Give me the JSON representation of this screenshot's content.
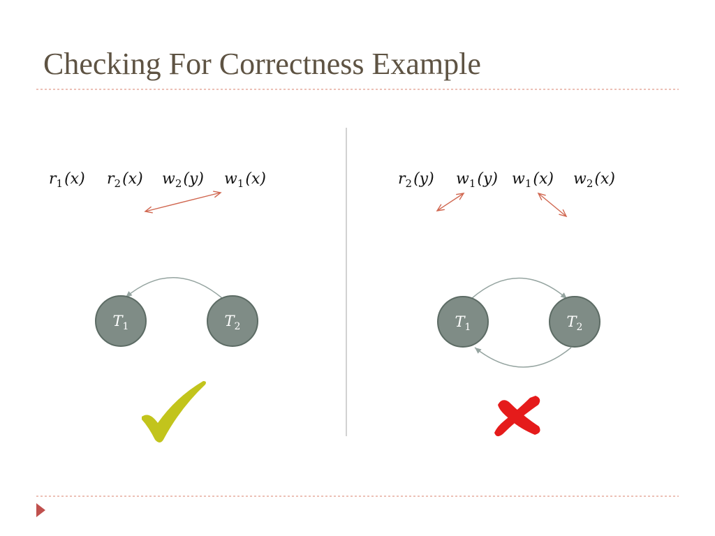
{
  "title": "Checking For Correctness Example",
  "left_panel": {
    "schedule": [
      {
        "op": "r",
        "sub": "1",
        "arg": "(x)"
      },
      {
        "op": "r",
        "sub": "2",
        "arg": "(x)"
      },
      {
        "op": "w",
        "sub": "2",
        "arg": "(y)"
      },
      {
        "op": "w",
        "sub": "1",
        "arg": "(x)"
      }
    ],
    "conflicts": [
      [
        1,
        3
      ]
    ],
    "nodes": [
      {
        "name": "T",
        "sub": "1"
      },
      {
        "name": "T",
        "sub": "2"
      }
    ],
    "edges": [
      {
        "from": 1,
        "to": 0
      }
    ],
    "result_icon": "check-mark-icon"
  },
  "right_panel": {
    "schedule": [
      {
        "op": "r",
        "sub": "2",
        "arg": "(y)"
      },
      {
        "op": "w",
        "sub": "1",
        "arg": "(y)"
      },
      {
        "op": "w",
        "sub": "1",
        "arg": "(x)"
      },
      {
        "op": "w",
        "sub": "2",
        "arg": "(x)"
      }
    ],
    "conflicts": [
      [
        0,
        1
      ],
      [
        2,
        3
      ]
    ],
    "nodes": [
      {
        "name": "T",
        "sub": "1"
      },
      {
        "name": "T",
        "sub": "2"
      }
    ],
    "edges": [
      {
        "from": 0,
        "to": 1
      },
      {
        "from": 1,
        "to": 0
      }
    ],
    "result_icon": "cross-mark-icon"
  },
  "colors": {
    "title": "#5e5343",
    "accent": "#c0504d",
    "conflict_arrow": "#d0664f",
    "node_fill": "#7f8c86",
    "edge": "#95a4a0",
    "check": "#c2c41c",
    "cross": "#e51b1b"
  }
}
